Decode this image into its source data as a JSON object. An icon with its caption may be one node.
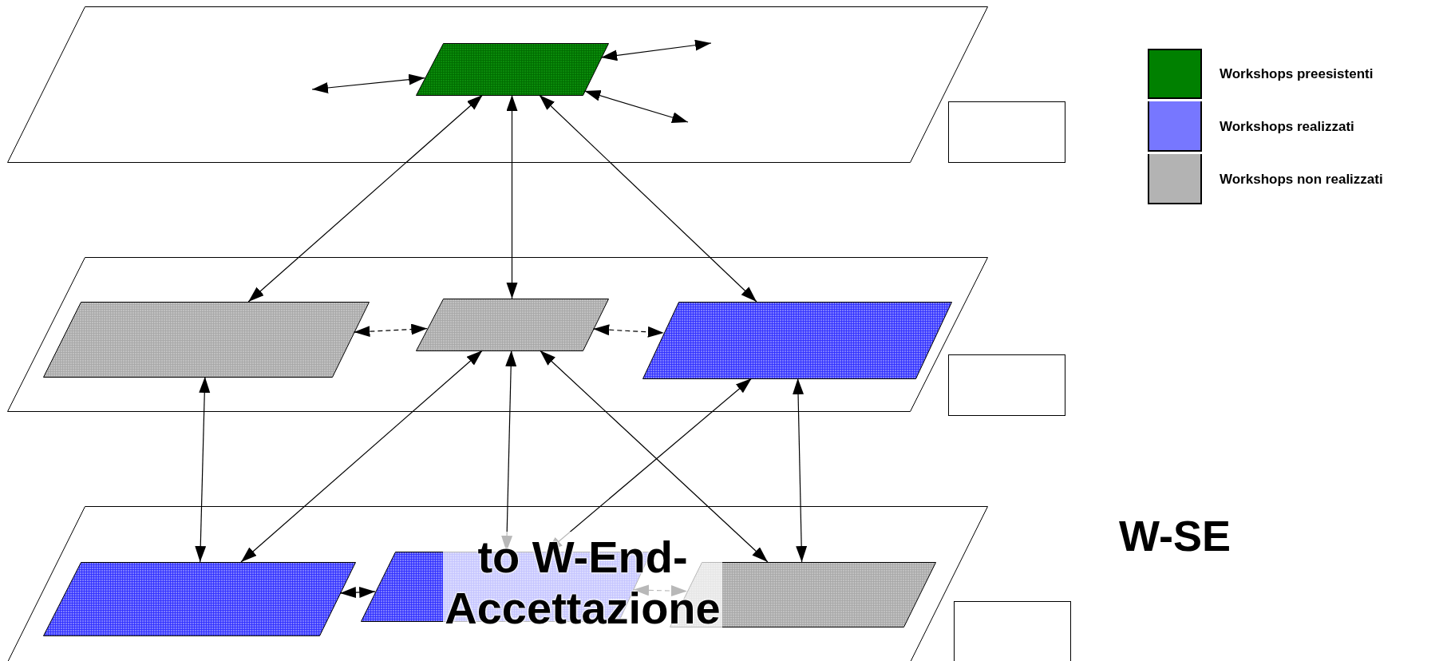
{
  "diagram": {
    "nodes": [
      {
        "text": [],
        "shape": "parallelogram"
      },
      {
        "text": [],
        "shape": "parallelogram",
        "in": 0
      },
      {
        "text": [],
        "shape": "box"
      },
      {
        "text": [],
        "shape": "parallelogram"
      },
      {
        "text": [],
        "shape": "parallelogram",
        "in": 3
      },
      {
        "text": [],
        "shape": "parallelogram",
        "in": 3
      },
      {
        "text": [],
        "shape": "parallelogram",
        "in": 3
      },
      {
        "text": [],
        "shape": "box"
      },
      {
        "text": [],
        "shape": "parallelogram"
      },
      {
        "text": [],
        "shape": "parallelogram",
        "in": 8
      },
      {
        "text": [],
        "shape": "parallelogram",
        "in": 8
      },
      {
        "text": [],
        "shape": "parallelogram",
        "in": 8
      },
      {
        "text": [],
        "shape": "box"
      }
    ],
    "edges": [
      {
        "from": null,
        "to": 1,
        "arrow": "both"
      },
      {
        "from": null,
        "to": 1,
        "arrow": "both"
      },
      {
        "from": null,
        "to": 1,
        "arrow": "both"
      },
      {
        "from": 1,
        "to": 4,
        "arrow": "both"
      },
      {
        "from": 1,
        "to": 5,
        "arrow": "both"
      },
      {
        "from": 1,
        "to": 6,
        "arrow": "both"
      },
      {
        "from": 4,
        "to": 5,
        "arrow": "both",
        "style": "dashed"
      },
      {
        "from": 5,
        "to": 6,
        "arrow": "both",
        "style": "dashed"
      },
      {
        "from": 4,
        "to": 9,
        "arrow": "both"
      },
      {
        "from": 5,
        "to": 9,
        "arrow": "both"
      },
      {
        "from": 5,
        "to": 10,
        "arrow": "both"
      },
      {
        "from": 5,
        "to": 11,
        "arrow": "both"
      },
      {
        "from": 6,
        "to": 10,
        "arrow": "both"
      },
      {
        "from": 6,
        "to": 11,
        "arrow": "both"
      },
      {
        "from": 9,
        "to": 10,
        "arrow": "both",
        "style": "dashed"
      },
      {
        "from": 10,
        "to": 11,
        "arrow": "both",
        "style": "dashed"
      }
    ],
    "labels": [
      "W-SE",
      "to W-End-Accettazione"
    ],
    "legend": [
      {
        "text": "Workshops preesistenti",
        "color": "#008000"
      },
      {
        "text": "Workshops realizzati",
        "color": "#7777ff"
      },
      {
        "text": "Workshops non realizzati",
        "color": "#b3b3b3"
      }
    ]
  }
}
